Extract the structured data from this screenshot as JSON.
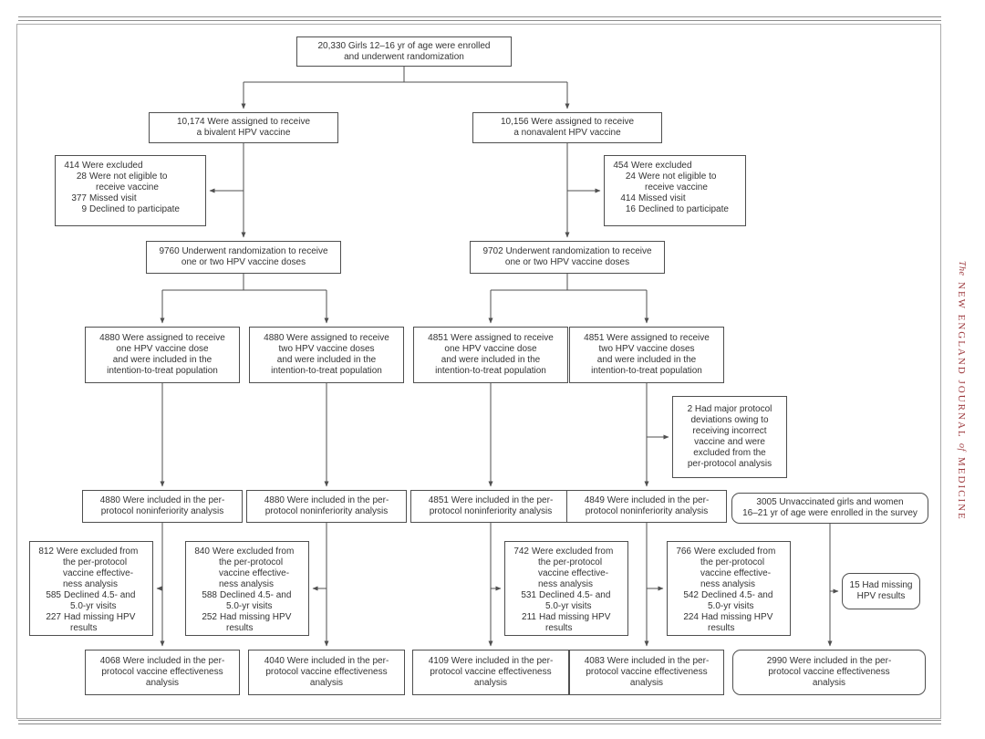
{
  "boxes": {
    "enroll": "20,330 Girls 12–16 yr of age were enrolled\nand underwent randomization",
    "assign_bivalent": "10,174 Were assigned to receive\na bivalent HPV vaccine",
    "assign_nonavalent": "10,156 Were assigned to receive\na nonavalent HPV vaccine",
    "rand_bivalent": "9760 Underwent randomization to receive\none or two HPV vaccine doses",
    "rand_nonavalent": "9702 Underwent randomization to receive\none or two HPV vaccine doses",
    "itt_one_biv": "4880 Were assigned to receive\none HPV vaccine dose\nand were included in the\nintention-to-treat population",
    "itt_two_biv": "4880 Were assigned to receive\ntwo HPV vaccine doses\nand were included in the\nintention-to-treat population",
    "itt_one_nonav": "4851 Were assigned to receive\none HPV vaccine dose\nand were included in the\nintention-to-treat population",
    "itt_two_nonav": "4851 Were assigned to receive\ntwo HPV vaccine doses\nand were included in the\nintention-to-treat population",
    "deviation": "2 Had major protocol\ndeviations owing to\nreceiving incorrect\nvaccine and were\nexcluded from the\nper-protocol analysis",
    "ppn_biv_one": "4880 Were included in the per-\nprotocol noninferiority analysis",
    "ppn_biv_two": "4880 Were included in the per-\nprotocol noninferiority analysis",
    "ppn_nonav_one": "4851 Were included in the per-\nprotocol noninferiority analysis",
    "ppn_nonav_two": "4849 Were included in the per-\nprotocol noninferiority analysis",
    "survey": "3005 Unvaccinated girls and women\n16–21 yr of age were enrolled in the survey",
    "missing15": "15 Had missing\nHPV results",
    "eff_biv_one": "4068 Were included in the per-\nprotocol vaccine effectiveness\nanalysis",
    "eff_biv_two": "4040 Were included in the per-\nprotocol vaccine effectiveness\nanalysis",
    "eff_nonav_one": "4109 Were included in the per-\nprotocol vaccine effectiveness\nanalysis",
    "eff_nonav_two": "4083 Were included in the per-\nprotocol vaccine effectiveness\nanalysis",
    "eff_survey": "2990 Were included in the per-\nprotocol vaccine effectiveness\nanalysis"
  },
  "exclusions": {
    "bivalent": {
      "lines": [
        {
          "num": "414",
          "text": "Were excluded",
          "main": true
        },
        {
          "num": "28",
          "text": "Were not eligible to\nreceive vaccine"
        },
        {
          "num": "377",
          "text": "Missed visit"
        },
        {
          "num": "9",
          "text": "Declined to participate"
        }
      ]
    },
    "nonavalent": {
      "lines": [
        {
          "num": "454",
          "text": "Were excluded",
          "main": true
        },
        {
          "num": "24",
          "text": "Were not eligible to\nreceive vaccine"
        },
        {
          "num": "414",
          "text": "Missed visit"
        },
        {
          "num": "16",
          "text": "Declined to participate"
        }
      ]
    },
    "eff1": {
      "lines": [
        {
          "num": "812",
          "text": "Were excluded from\nthe per-protocol\nvaccine effective-\nness analysis",
          "main": true
        },
        {
          "num": "585",
          "text": "Declined 4.5- and\n5.0-yr visits"
        },
        {
          "num": "227",
          "text": "Had missing HPV\nresults"
        }
      ]
    },
    "eff2": {
      "lines": [
        {
          "num": "840",
          "text": "Were excluded from\nthe per-protocol\nvaccine effective-\nness analysis",
          "main": true
        },
        {
          "num": "588",
          "text": "Declined 4.5- and\n5.0-yr visits"
        },
        {
          "num": "252",
          "text": "Had missing HPV\nresults"
        }
      ]
    },
    "eff3": {
      "lines": [
        {
          "num": "742",
          "text": "Were excluded from\nthe per-protocol\nvaccine effective-\nness analysis",
          "main": true
        },
        {
          "num": "531",
          "text": "Declined 4.5- and\n5.0-yr visits"
        },
        {
          "num": "211",
          "text": "Had missing HPV\nresults"
        }
      ]
    },
    "eff4": {
      "lines": [
        {
          "num": "766",
          "text": "Were excluded from\nthe per-protocol\nvaccine effective-\nness analysis",
          "main": true
        },
        {
          "num": "542",
          "text": "Declined 4.5- and\n5.0-yr visits"
        },
        {
          "num": "224",
          "text": "Had missing HPV\nresults"
        }
      ]
    }
  },
  "sidebar": {
    "word1": "The",
    "word2": "NEW ENGLAND JOURNAL",
    "word3": "of",
    "word4": "MEDICINE"
  },
  "colors": {
    "journal_red": "#9d3a3e",
    "box_border": "#4f4f4f",
    "connector": "#4f4f4f",
    "frame_border": "#ababab",
    "rule_gray": "#8c8c8c",
    "text": "#333333",
    "background": "#ffffff"
  }
}
